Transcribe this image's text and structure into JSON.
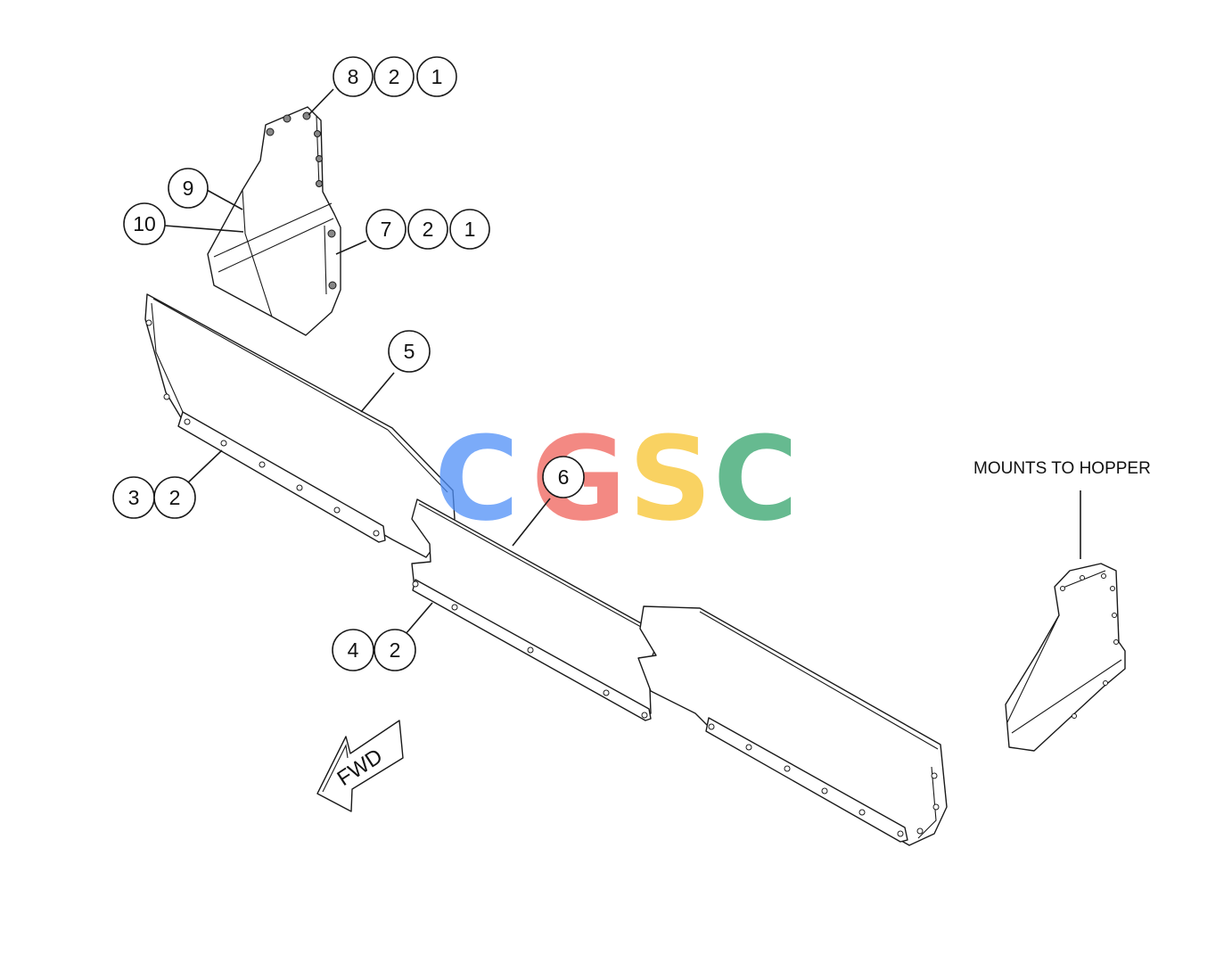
{
  "callouts": {
    "c_821": [
      "8",
      "2",
      "1"
    ],
    "c_721": [
      "7",
      "2",
      "1"
    ],
    "c_9": "9",
    "c_10": "10",
    "c_5": "5",
    "c_6": "6",
    "c_32": [
      "3",
      "2"
    ],
    "c_42": [
      "4",
      "2"
    ]
  },
  "labels": {
    "mounts_to_hopper": "MOUNTS TO HOPPER",
    "fwd": "FWD"
  },
  "watermark": {
    "letters": [
      "C",
      "G",
      "S",
      "C"
    ],
    "colors": [
      "#4f8ff7",
      "#f0625a",
      "#f7c42e",
      "#34a36b"
    ]
  },
  "icons": {
    "direction": "fwd-arrow-icon"
  }
}
